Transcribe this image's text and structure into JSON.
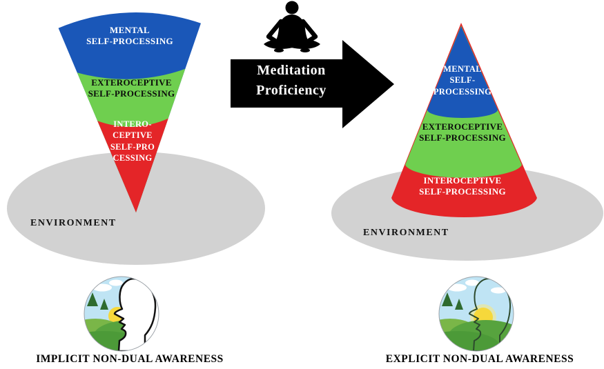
{
  "figure": {
    "description": "Meditation proficiency self-processing cone diagram"
  },
  "colors": {
    "mental_blue": "#1a57b8",
    "exteroceptive_green": "#6fcf4f",
    "interoceptive_red": "#e42528",
    "environment_gray": "#d2d2d2",
    "arrow_black": "#000000",
    "sky_blue": "#bfe4f4",
    "sun_yellow": "#f6d83b",
    "hill_green_light": "#7ab648",
    "hill_green_dark": "#57a33e",
    "hill_green_front": "#4c9a38",
    "tree_green": "#2f6b2f"
  },
  "left_diagram": {
    "mental_label": "MENTAL\nSELF-PROCESSING",
    "exteroceptive_label": "EXTEROCEPTIVE\nSELF-PROCESSING",
    "interoceptive_label": "INTERO-\nCEPTIVE\nSELF-PRO\nCESSING",
    "environment_label": "ENVIRONMENT",
    "caption": "IMPLICIT NON-DUAL AWARENESS",
    "icon": "half-nature-face-profile-icon"
  },
  "arrow": {
    "label": "Meditation\nProficiency",
    "icon": "meditating-person-icon"
  },
  "right_diagram": {
    "mental_label": "MENTAL\nSELF-\nPROCESSING",
    "exteroceptive_label": "EXTEROCEPTIVE\nSELF-PROCESSING",
    "interoceptive_label": "INTEROCEPTIVE\nSELF-PROCESSING",
    "environment_label": "ENVIRONMENT",
    "caption": "EXPLICIT NON-DUAL AWARENESS",
    "icon": "nature-filled-head-icon"
  }
}
